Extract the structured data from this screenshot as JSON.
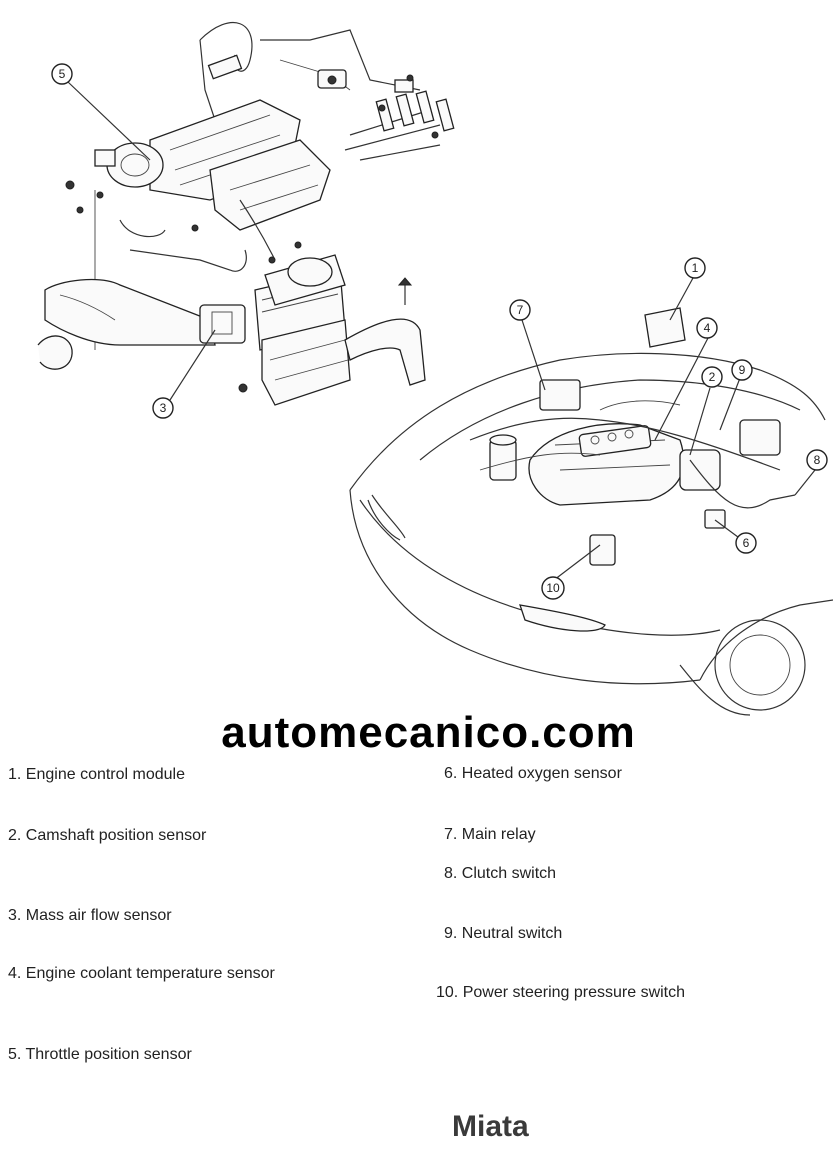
{
  "watermark": "automecanico.com",
  "legend": [
    {
      "num": "1.",
      "label": "Engine control module"
    },
    {
      "num": "2.",
      "label": "Camshaft position sensor"
    },
    {
      "num": "3.",
      "label": "Mass air flow sensor"
    },
    {
      "num": "4.",
      "label": "Engine coolant temperature sensor"
    },
    {
      "num": "5.",
      "label": "Throttle position sensor"
    },
    {
      "num": "6.",
      "label": "Heated oxygen sensor"
    },
    {
      "num": "7.",
      "label": "Main relay"
    },
    {
      "num": "8.",
      "label": "Clutch switch"
    },
    {
      "num": "9.",
      "label": "Neutral switch"
    },
    {
      "num": "10.",
      "label": "Power steering pressure switch"
    }
  ],
  "callouts": [
    "5",
    "3",
    "1",
    "7",
    "4",
    "2",
    "9",
    "8",
    "6",
    "10"
  ],
  "footer_title": "Miata"
}
